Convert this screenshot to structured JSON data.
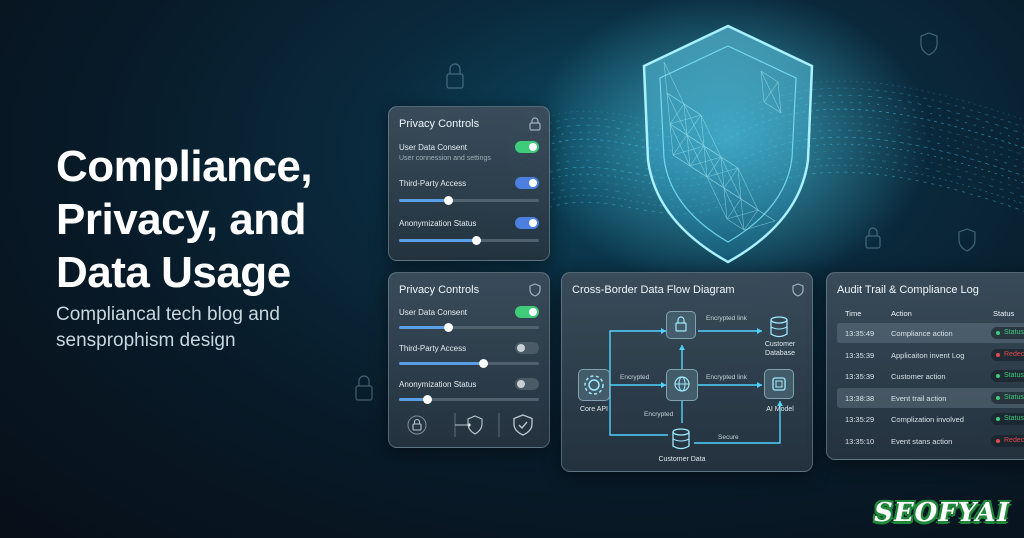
{
  "hero": {
    "title_lines": [
      "Compliance,",
      "Privacy, and",
      "Data Usage"
    ],
    "subtitle_lines": [
      "Compliancal tech blog and",
      "sensprophism design"
    ]
  },
  "privacy_panel_top": {
    "title": "Privacy Controls",
    "rows": [
      {
        "label": "User Data Consent",
        "sublabel": "User connession and settings",
        "control": "toggle",
        "state": "on"
      },
      {
        "label": "Third-Party Access",
        "control": "toggle",
        "state": "on",
        "slider": 0.35
      },
      {
        "label": "Anonymization Status",
        "control": "toggle",
        "state": "on",
        "slider": 0.55
      }
    ]
  },
  "privacy_panel_bottom": {
    "title": "Privacy Controls",
    "rows": [
      {
        "label": "User Data Consent",
        "control": "toggle",
        "state": "on",
        "slider": 0.35
      },
      {
        "label": "Third-Party Access",
        "control": "toggle",
        "state": "off",
        "slider": 0.6
      },
      {
        "label": "Anonymization Status",
        "control": "toggle",
        "state": "off",
        "slider": 0.2
      }
    ],
    "footer_icons": [
      "lock-icon",
      "shield-icon",
      "shield-check-icon"
    ]
  },
  "flow_diagram": {
    "title": "Cross-Border Data Flow Diagram",
    "nodes": {
      "core_api": "Core API",
      "customer_database": "Customer Database",
      "ai_model": "AI Model",
      "customer_data": "Customer Data"
    },
    "edges": {
      "core_to_hub": "Encrypted",
      "top_link": "Encrypted link",
      "hub_to_ai": "Encrypted link",
      "core_to_data": "Encrypted",
      "data_to_ai": "Secure"
    }
  },
  "audit_log": {
    "title": "Audit Trail & Compliance Log",
    "columns": [
      "Time",
      "Action",
      "Status"
    ],
    "rows": [
      {
        "time": "13:35:49",
        "action": "Compliance action",
        "status": "Status",
        "status_color": "#3ecb7a",
        "shaded": true
      },
      {
        "time": "13:35:39",
        "action": "Applicaiton invent Log",
        "status": "Redected",
        "status_color": "#e14b4b",
        "shaded": false
      },
      {
        "time": "13:35:39",
        "action": "Customer action",
        "status": "Status",
        "status_color": "#3ecb7a",
        "shaded": false
      },
      {
        "time": "13:38:38",
        "action": "Event trail action",
        "status": "Status",
        "status_color": "#3ecb7a",
        "shaded": true
      },
      {
        "time": "13:35:29",
        "action": "Complization involved",
        "status": "Status",
        "status_color": "#3ecb7a",
        "shaded": false
      },
      {
        "time": "13:35:10",
        "action": "Event stans action",
        "status": "Redected",
        "status_color": "#e14b4b",
        "shaded": false
      }
    ]
  },
  "brand": {
    "logo_text": "SEOFYAI"
  },
  "colors": {
    "accent": "#4fd3ff",
    "on": "#3ecb7a",
    "blue": "#4b7fe0",
    "alert": "#e14b4b"
  }
}
